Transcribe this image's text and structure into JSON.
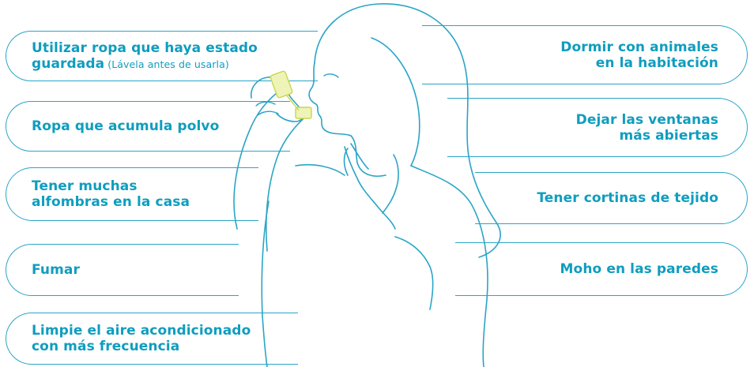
{
  "colors": {
    "accent": "#0f9dbf",
    "line": "#2aa5c6",
    "inhaler": "#d7e36a"
  },
  "left_items": [
    {
      "label": "Utilizar ropa que haya estado",
      "label2": "guardada",
      "note": "(Lávela antes de usarla)"
    },
    {
      "label": "Ropa que acumula polvo"
    },
    {
      "label": "Tener muchas",
      "label2": "alfombras en la casa"
    },
    {
      "label": "Fumar"
    },
    {
      "label": "Limpie el aire acondicionado",
      "label2": "con más frecuencia"
    }
  ],
  "right_items": [
    {
      "label": "Dormir con animales",
      "label2": "en la habitación"
    },
    {
      "label": "Dejar las ventanas",
      "label2": "más abiertas"
    },
    {
      "label": "Tener cortinas de tejido"
    },
    {
      "label": "Moho en las paredes"
    }
  ],
  "illustration": {
    "subject": "woman-using-inhaler",
    "icon": "inhaler-icon"
  }
}
